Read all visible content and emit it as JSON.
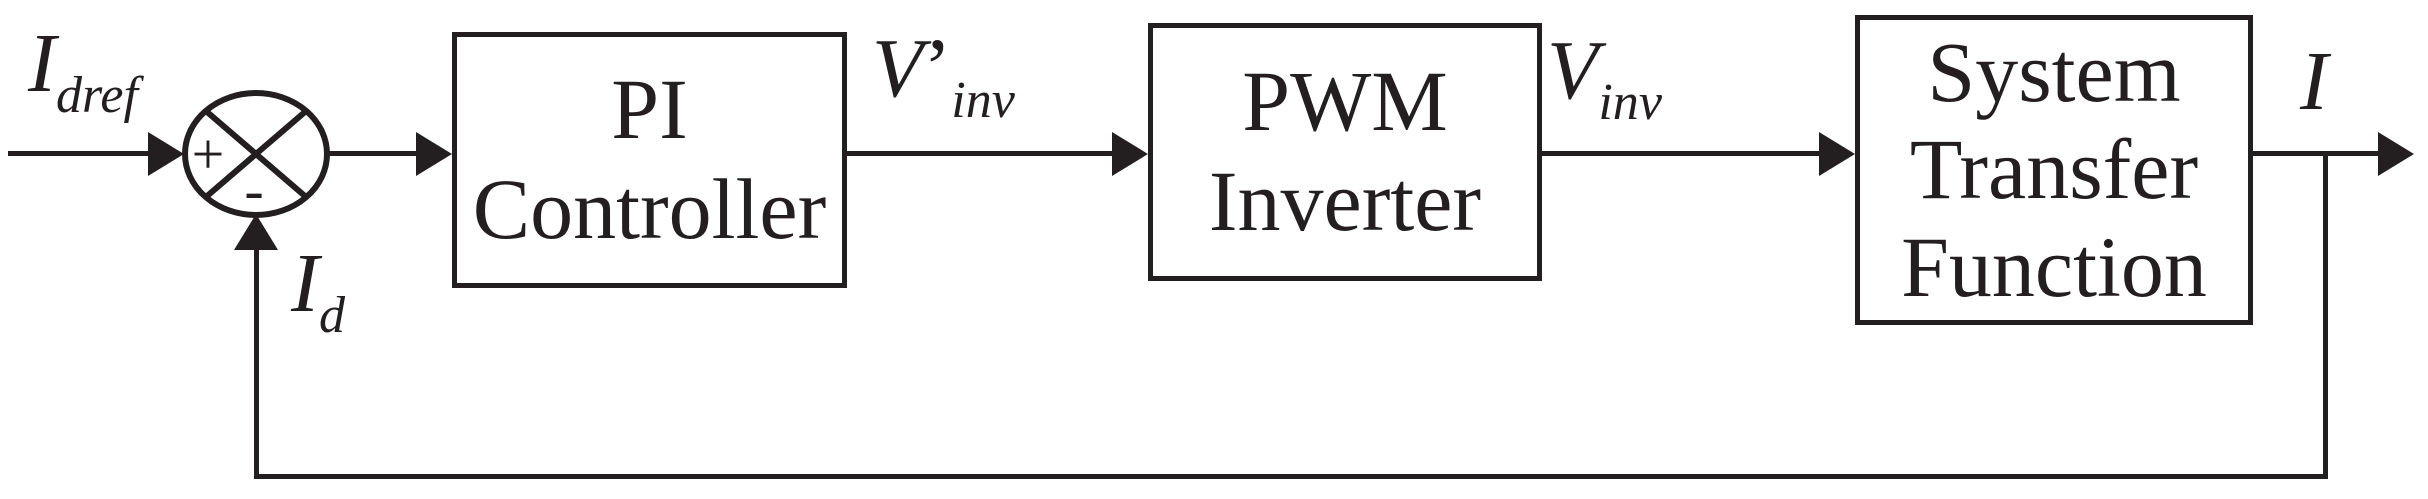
{
  "colors": {
    "ink": "#231f20",
    "background": "#ffffff"
  },
  "summing_junction": {
    "plus_sign": "+",
    "minus_sign": "-"
  },
  "signal_labels": {
    "input": {
      "main": "I",
      "sub": "dref"
    },
    "controller_output": {
      "main": "V",
      "prime": "’",
      "sub": "inv"
    },
    "inverter_output": {
      "main": "V",
      "sub": "inv"
    },
    "system_output": {
      "main": "I"
    },
    "feedback": {
      "main": "I",
      "sub": "d"
    }
  },
  "blocks": {
    "pi_controller": {
      "lines": [
        "PI",
        "Controller"
      ]
    },
    "pwm_inverter": {
      "lines": [
        "PWM",
        "Inverter"
      ]
    },
    "system_transfer_function": {
      "lines": [
        "System",
        "Transfer",
        "Function"
      ]
    }
  }
}
